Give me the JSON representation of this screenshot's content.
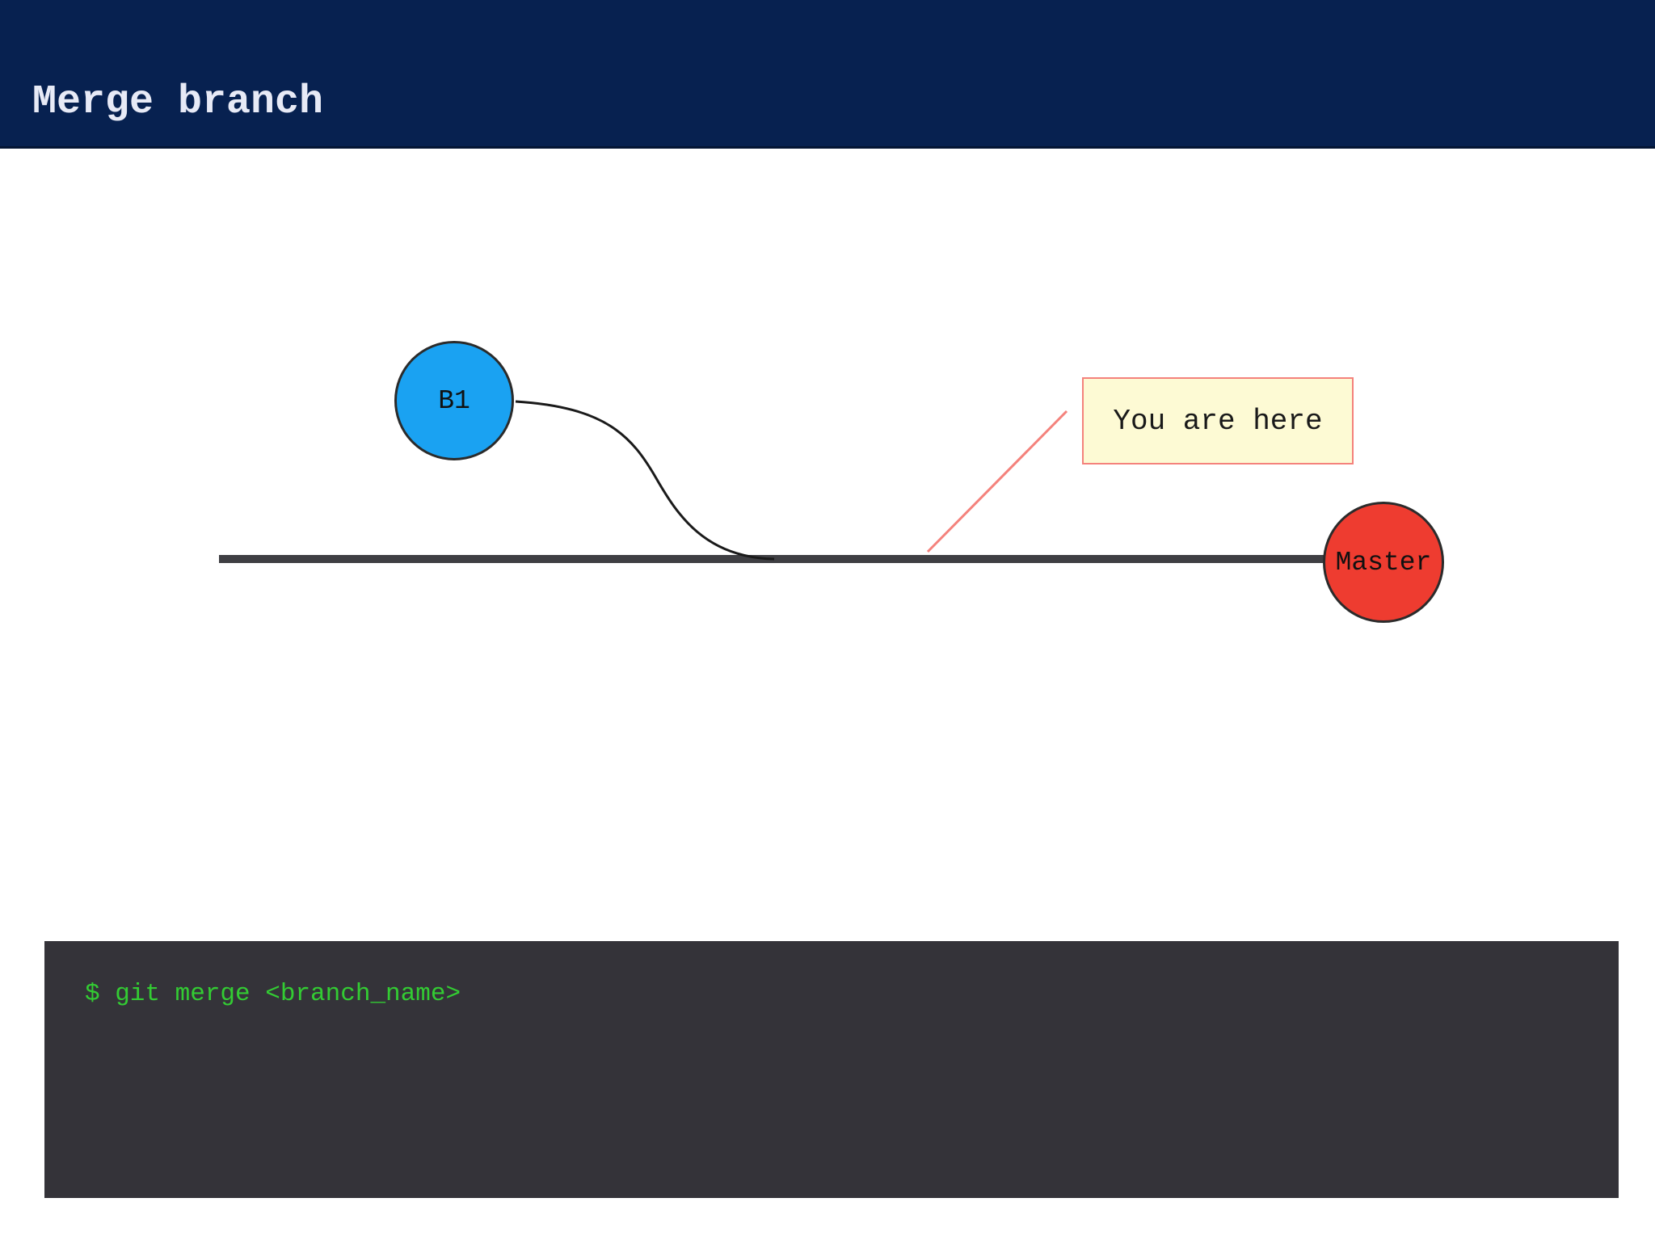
{
  "header": {
    "title": "Merge branch"
  },
  "diagram": {
    "branch_node": {
      "label": "B1"
    },
    "master_node": {
      "label": "Master"
    },
    "callout": {
      "text": "You are here"
    }
  },
  "terminal": {
    "command": "$ git merge <branch_name>"
  },
  "colors": {
    "body_bg": "#ffffff",
    "header_bg": "#072150",
    "header_text": "#e7eaf6",
    "branch_node_fill": "#1aa2f2",
    "master_node_fill": "#ee3c30",
    "node_outline": "#2b2b2b",
    "callout_bg": "#fdfad4",
    "callout_border": "#f4827c",
    "pointer_line": "#f4827c",
    "timeline": "#3f3f43",
    "curve": "#1a1a1a",
    "terminal_bg": "#343339",
    "terminal_text": "#33cc33"
  }
}
